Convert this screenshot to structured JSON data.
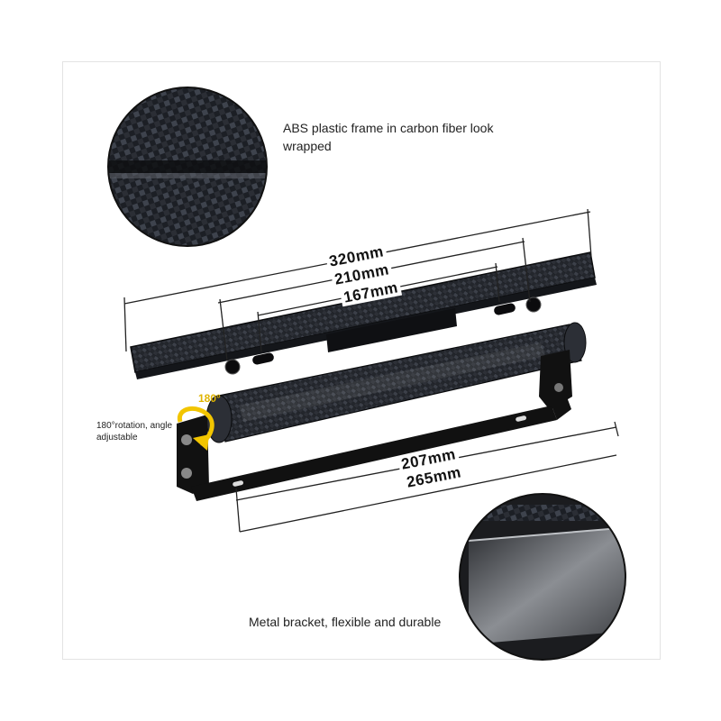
{
  "callouts": {
    "frame_text": "ABS plastic frame in carbon fiber look wrapped",
    "bracket_text": "Metal bracket, flexible and durable",
    "rotation_text": "180°rotation, angle adjustable",
    "rotation_degree": "180°"
  },
  "dimensions": {
    "plate_width": "320mm",
    "outer_hole_spacing": "210mm",
    "inner_hole_spacing": "167mm",
    "bracket_inner": "207mm",
    "bracket_outer": "265mm"
  },
  "colors": {
    "carbon_dark": "#1a1c21",
    "carbon_mid": "#3a3e46",
    "bracket": "#111111",
    "rotation_arrow": "#f2c500"
  }
}
